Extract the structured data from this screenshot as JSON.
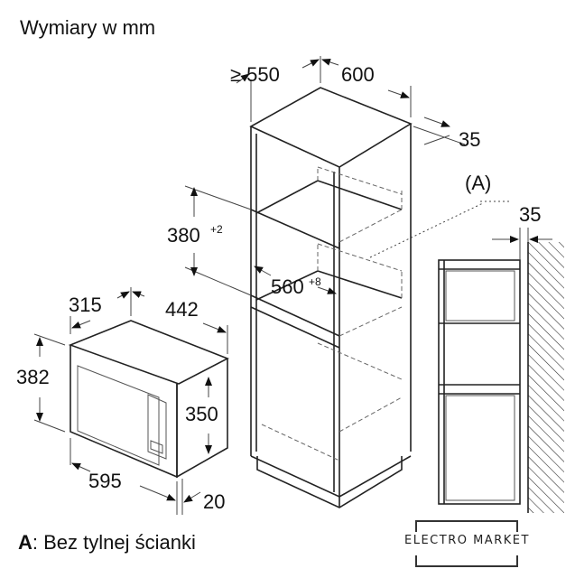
{
  "header": {
    "title": "Wymiary w mm"
  },
  "dimensions": {
    "depth_min": "≥ 550",
    "width": "600",
    "side_35": "35",
    "label_a": "(A)",
    "wall_35": "35",
    "niche_height": "380",
    "niche_height_tol": "+2",
    "niche_width": "560",
    "niche_width_tol": "+8",
    "mw_depth": "315",
    "mw_width": "442",
    "mw_height": "382",
    "mw_inner_height": "350",
    "mw_front_width": "595",
    "mw_front_depth": "20"
  },
  "legend": {
    "key": "A",
    "text": ": Bez tylnej ścianki"
  },
  "logo": {
    "text": "ELECTRO MARKET"
  }
}
